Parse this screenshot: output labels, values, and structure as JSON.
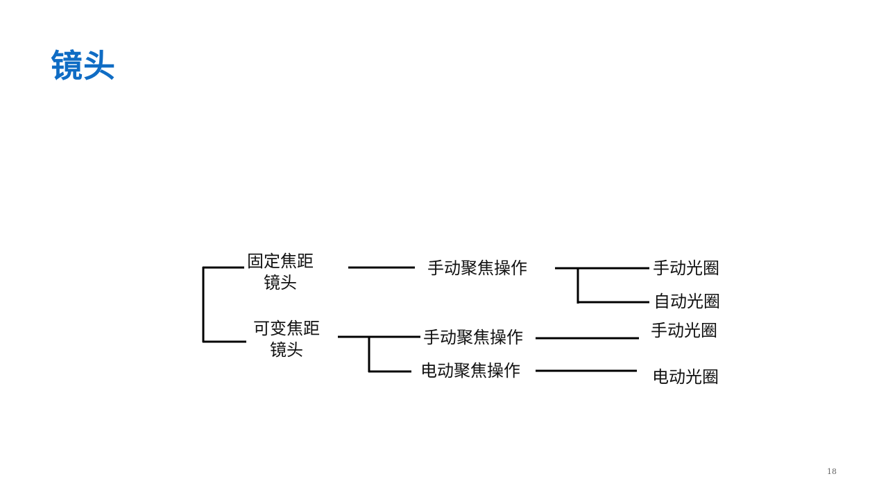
{
  "title": "镜头",
  "page_number": "18",
  "tree": {
    "fixed_focal_lens": {
      "line1": "固定焦距",
      "line2": "镜头"
    },
    "zoom_lens": {
      "line1": "可变焦距",
      "line2": "镜头"
    },
    "fixed_focus_op": "手动聚焦操作",
    "fixed_manual_iris": "手动光圈",
    "fixed_auto_iris": "自动光圈",
    "zoom_manual_focus_op": "手动聚焦操作",
    "zoom_manual_iris": "手动光圈",
    "zoom_electric_focus_op": "电动聚焦操作",
    "zoom_electric_iris": "电动光圈"
  },
  "colors": {
    "title": "#0f6cc4",
    "lines": "#000000",
    "text": "#111111"
  }
}
